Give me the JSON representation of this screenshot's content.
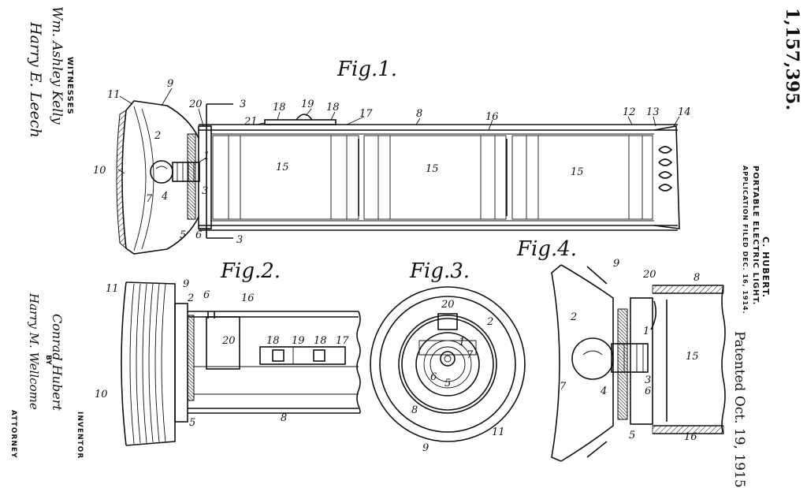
{
  "patent": {
    "number": "1,157,395.",
    "inventor_name": "C. HUBERT.",
    "title": "PORTABLE ELECTRIC LIGHT.",
    "application": "APPLICATION FILED DEC. 16, 1914.",
    "patented": "Patented Oct. 19, 1915"
  },
  "witnesses": {
    "heading": "WITNESSES",
    "names": [
      "Wm. Ashley Kelly",
      "Harry E. Leech"
    ]
  },
  "inventor": {
    "heading": "INVENTOR",
    "signature": "Conrad Hubert",
    "by": "BY",
    "attorney_signature": "Harry M. Wellcome",
    "attorney_label": "ATTORNEY"
  },
  "figures": {
    "fig1": {
      "title": "Fig.1.",
      "labels": [
        "11",
        "9",
        "20",
        "3",
        "18",
        "19",
        "18",
        "21",
        "17",
        "8",
        "16",
        "12",
        "13",
        "14",
        "2",
        "1",
        "15",
        "15",
        "15",
        "10",
        "7",
        "4",
        "3",
        "5",
        "6",
        "3"
      ]
    },
    "fig2": {
      "title": "Fig.2.",
      "labels": [
        "11",
        "9",
        "2",
        "6",
        "16",
        "20",
        "18",
        "19",
        "18",
        "17",
        "10",
        "5",
        "8"
      ]
    },
    "fig3": {
      "title": "Fig.3.",
      "labels": [
        "20",
        "2",
        "1",
        "7",
        "6",
        "5",
        "8",
        "11",
        "9"
      ]
    },
    "fig4": {
      "title": "Fig.4.",
      "labels": [
        "9",
        "20",
        "8",
        "2",
        "1",
        "15",
        "3",
        "7",
        "4",
        "6",
        "5",
        "16"
      ]
    }
  }
}
